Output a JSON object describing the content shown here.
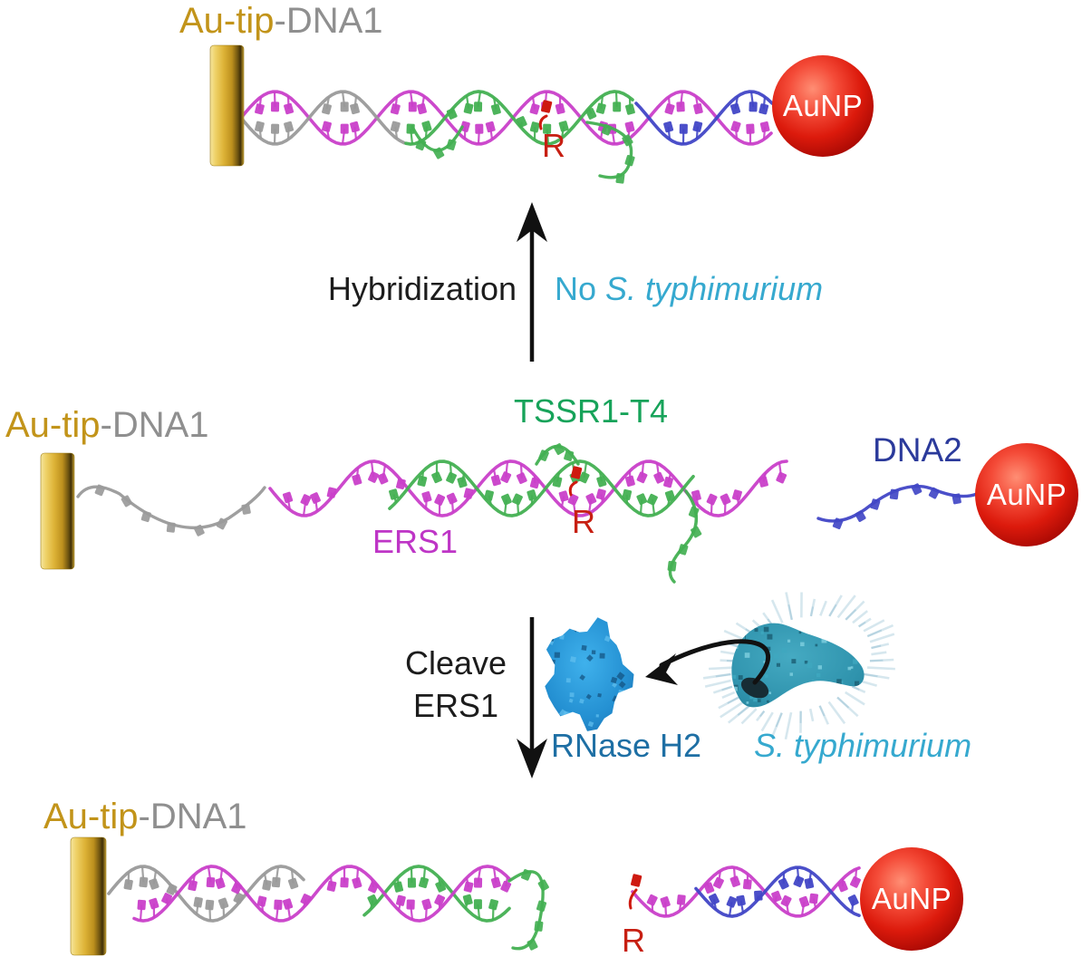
{
  "colors": {
    "gold_text": "#C2941A",
    "gray_text": "#8F8F8F",
    "black_text": "#1C1C1C",
    "green_text": "#17A35A",
    "magenta_text": "#BE35C6",
    "navy_text": "#2B3A9B",
    "red_text": "#C71F12",
    "cyan_text": "#36A9CF",
    "steelblue_text": "#1E6FA4",
    "white_text": "#FFFFFF",
    "gray": "#9A9A9A",
    "magenta": "#C93FC9",
    "green": "#43B052",
    "blue": "#4146C6",
    "red": "#CE1A10",
    "gold_rod": "#D8AB2E",
    "aunp_red": "#D61208",
    "rnase_blue": "#2592D4",
    "bacterium_teal": "#2F93AD"
  },
  "labels": {
    "top": {
      "au_tip": "Au-tip",
      "dna1": "-DNA1",
      "r": "R",
      "aunp": "AuNP"
    },
    "hybridization": {
      "action": "Hybridization",
      "condition_prefix": "No ",
      "condition_species": "S. typhimurium"
    },
    "middle": {
      "au_tip": "Au-tip",
      "dna1": "-DNA1",
      "tssr1_t4": "TSSR1-T4",
      "ers1": "ERS1",
      "r": "R",
      "dna2": "DNA2",
      "aunp": "AuNP"
    },
    "cleavage": {
      "action_line1": "Cleave",
      "action_line2": "ERS1",
      "enzyme": "RNase H2",
      "species": "S. typhimurium"
    },
    "bottom": {
      "au_tip": "Au-tip",
      "dna1": "-DNA1",
      "r": "R",
      "aunp": "AuNP"
    }
  }
}
